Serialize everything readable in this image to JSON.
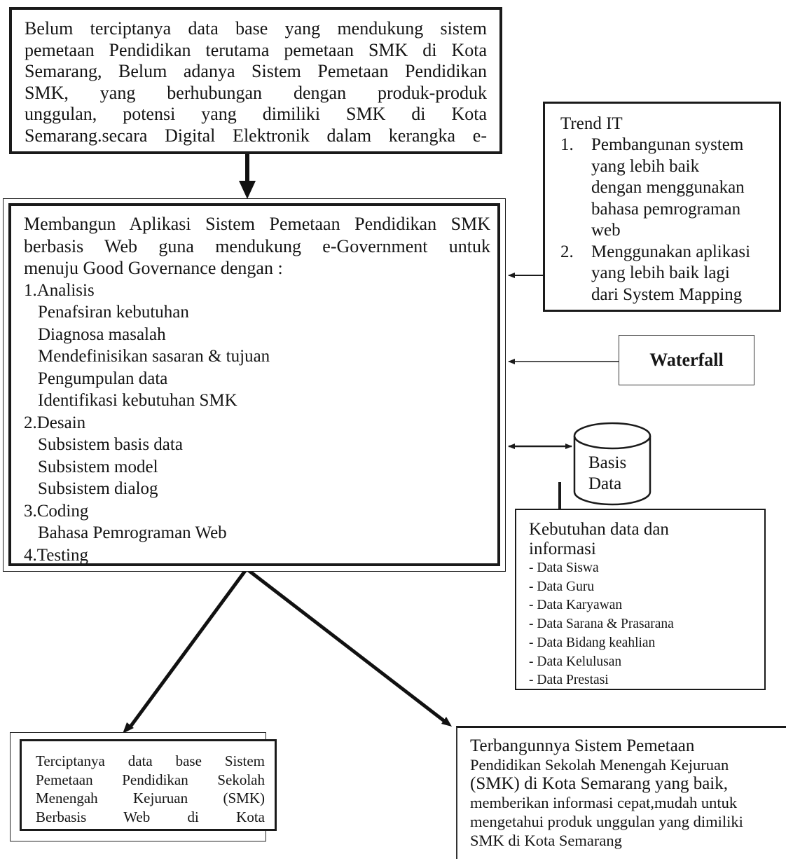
{
  "problem": {
    "lines": [
      "Belum terciptanya data base yang mendukung sistem",
      "pemetaan Pendidikan terutama pemetaan SMK di Kota",
      "Semarang, Belum adanya Sistem Pemetaan Pendidikan",
      "SMK, yang berhubungan dengan produk-produk",
      "unggulan, potensi yang dimiliki SMK di Kota",
      "Semarang.secara Digital Elektronik dalam kerangka e-"
    ]
  },
  "main": {
    "intro": [
      "Membangun Aplikasi Sistem Pemetaan Pendidikan SMK",
      "berbasis Web guna mendukung e-Government untuk",
      "menuju Good Governance dengan :"
    ],
    "sections": [
      {
        "title": "1.Analisis",
        "items": [
          "Penafsiran kebutuhan",
          "Diagnosa masalah",
          "Mendefinisikan sasaran & tujuan",
          "Pengumpulan data",
          "Identifikasi kebutuhan SMK"
        ]
      },
      {
        "title": "2.Desain",
        "items": [
          "Subsistem basis data",
          "Subsistem model",
          "Subsistem dialog"
        ]
      },
      {
        "title": "3.Coding",
        "items": [
          "Bahasa Pemrograman Web"
        ]
      },
      {
        "title": "4.Testing",
        "items": []
      }
    ]
  },
  "trend": {
    "title": "Trend IT",
    "items": [
      {
        "num": "1.",
        "lines": [
          "Pembangunan system",
          "yang lebih baik",
          "dengan menggunakan",
          "bahasa pemrograman",
          "web"
        ]
      },
      {
        "num": "2.",
        "lines": [
          "Menggunakan aplikasi",
          "yang lebih baik lagi",
          "dari System Mapping"
        ]
      }
    ]
  },
  "waterfall": {
    "label": "Waterfall"
  },
  "database": {
    "label_lines": [
      "Basis",
      "Data"
    ]
  },
  "needs": {
    "title_lines": [
      "Kebutuhan data dan",
      "informasi"
    ],
    "items": [
      "- Data Siswa",
      "- Data Guru",
      "- Data Karyawan",
      "- Data Sarana & Prasarana",
      "- Data  Bidang keahlian",
      "- Data Kelulusan",
      "- Data Prestasi"
    ]
  },
  "result_db": {
    "lines": [
      "Terciptanya data base Sistem",
      "Pemetaan Pendidikan Sekolah",
      "Menengah Kejuruan (SMK)",
      "Berbasis Web di Kota"
    ]
  },
  "result_system": {
    "lines": [
      "Terbangunnya Sistem Pemetaan",
      "Pendidikan Sekolah Menengah Kejuruan",
      "(SMK) di Kota Semarang yang baik,",
      "memberikan informasi cepat,mudah untuk",
      "mengetahui produk unggulan yang dimiliki",
      "SMK di Kota Semarang"
    ]
  }
}
